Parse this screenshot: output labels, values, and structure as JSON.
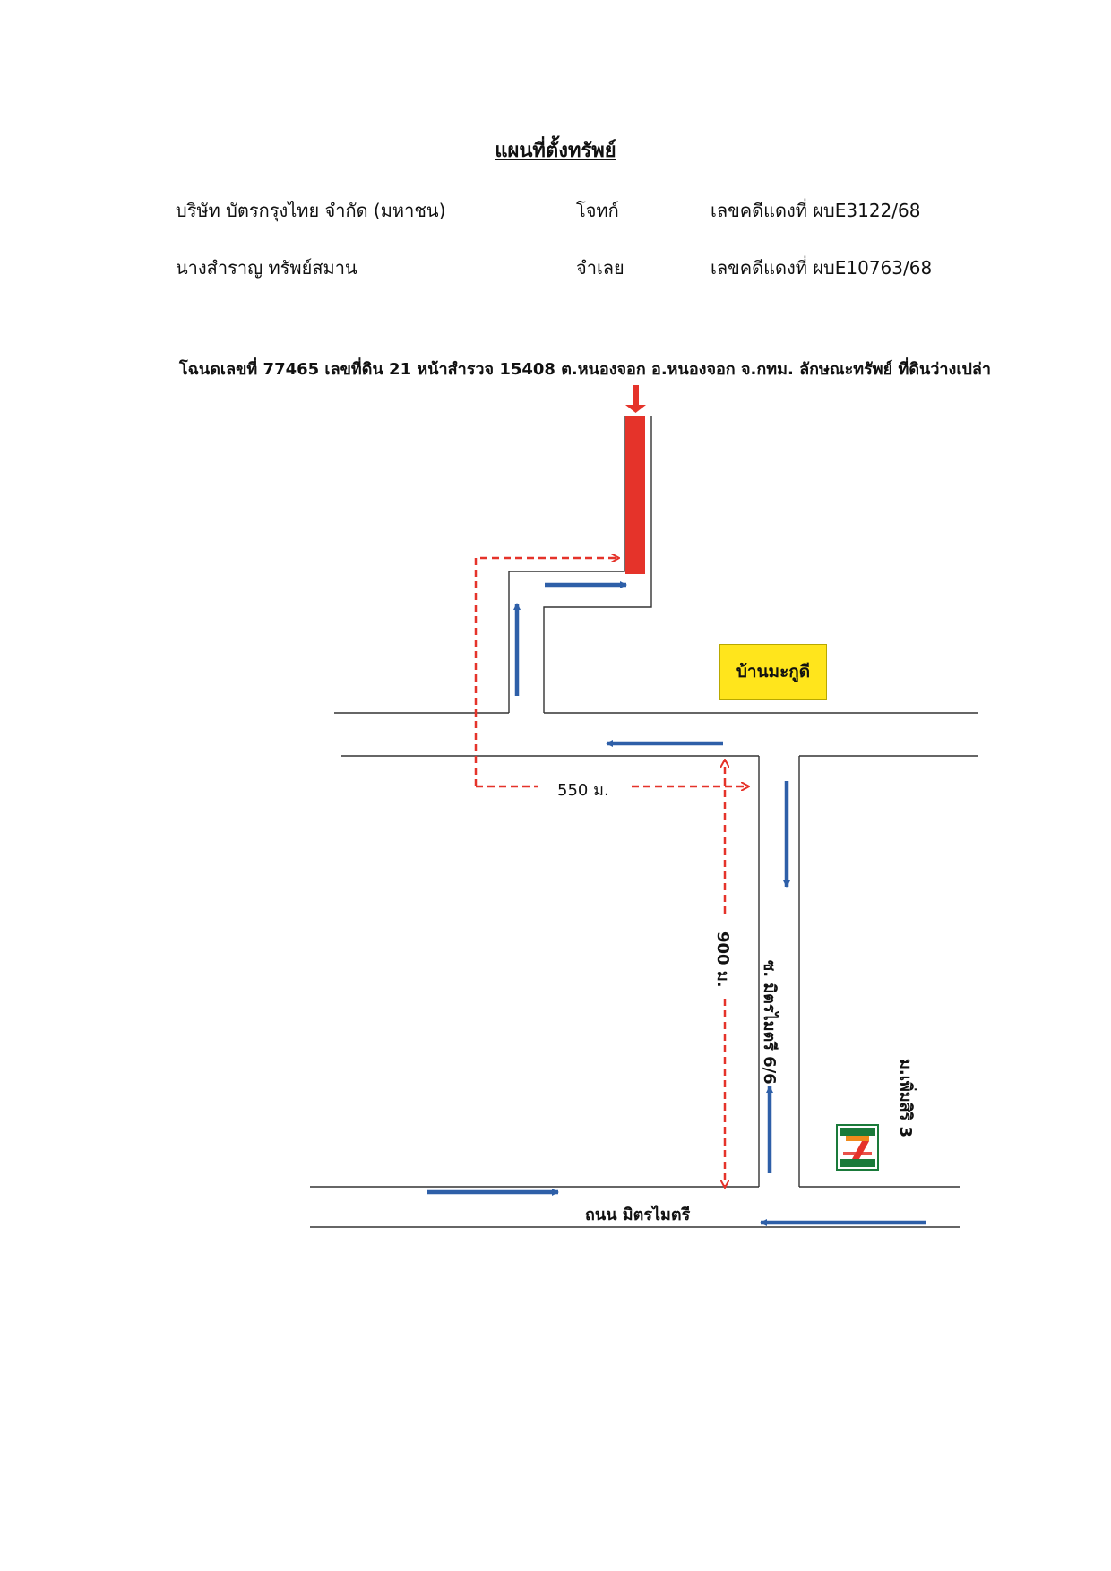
{
  "title": "แผนที่ตั้งทรัพย์",
  "parties": [
    {
      "name": "บริษัท บัตรกรุงไทย จำกัด (มหาชน)",
      "role": "โจทก์",
      "case": "เลขคดีแดงที่ ผบE3122/68"
    },
    {
      "name": "นางสำราญ  ทรัพย์สมาน",
      "role": "จำเลย",
      "case": "เลขคดีแดงที่ ผบE10763/68"
    }
  ],
  "deed_line": "โฉนดเลขที่ 77465 เลขที่ดิน 21  หน้าสำรวจ 15408  ต.หนองจอก  อ.หนองจอก  จ.กทม. ลักษณะทรัพย์ ที่ดินว่างเปล่า",
  "map": {
    "landmark": "บ้านมะกูดี",
    "distance_horizontal": "550 ม.",
    "distance_vertical": "900 ม.",
    "soi_label": "ซ. มิตรไมตรี 6/6",
    "village_label": "ม.เพิ่มสิริ 3",
    "main_road": "ถนน มิตรไมตรี",
    "store_icon": "7-eleven-icon",
    "colors": {
      "property": "#e5332a",
      "route": "#e5332a",
      "traffic": "#2e5fa8",
      "landmark": "#ffe51c"
    }
  }
}
